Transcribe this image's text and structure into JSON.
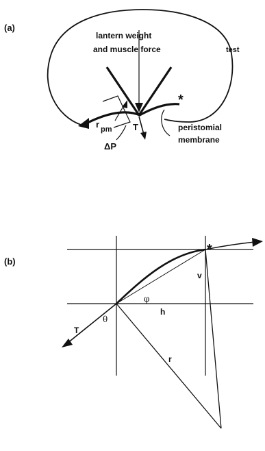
{
  "panel_a": {
    "label": "(a)",
    "force_label_line1": "lantern  weight",
    "force_label_line2": "and muscle force",
    "test_label": "test",
    "star": "*",
    "radius_label_r": "r",
    "radius_label_sub": "pm",
    "tension_label": "T",
    "pressure_label": "ΔP",
    "membrane_label_line1": "peristomial",
    "membrane_label_line2": "membrane"
  },
  "panel_b": {
    "label": "(b)",
    "star": "*",
    "phi_label": "φ",
    "h_label": "h",
    "v_label": "v",
    "theta_label": "θ",
    "tension_label": "T",
    "r_label": "r"
  }
}
